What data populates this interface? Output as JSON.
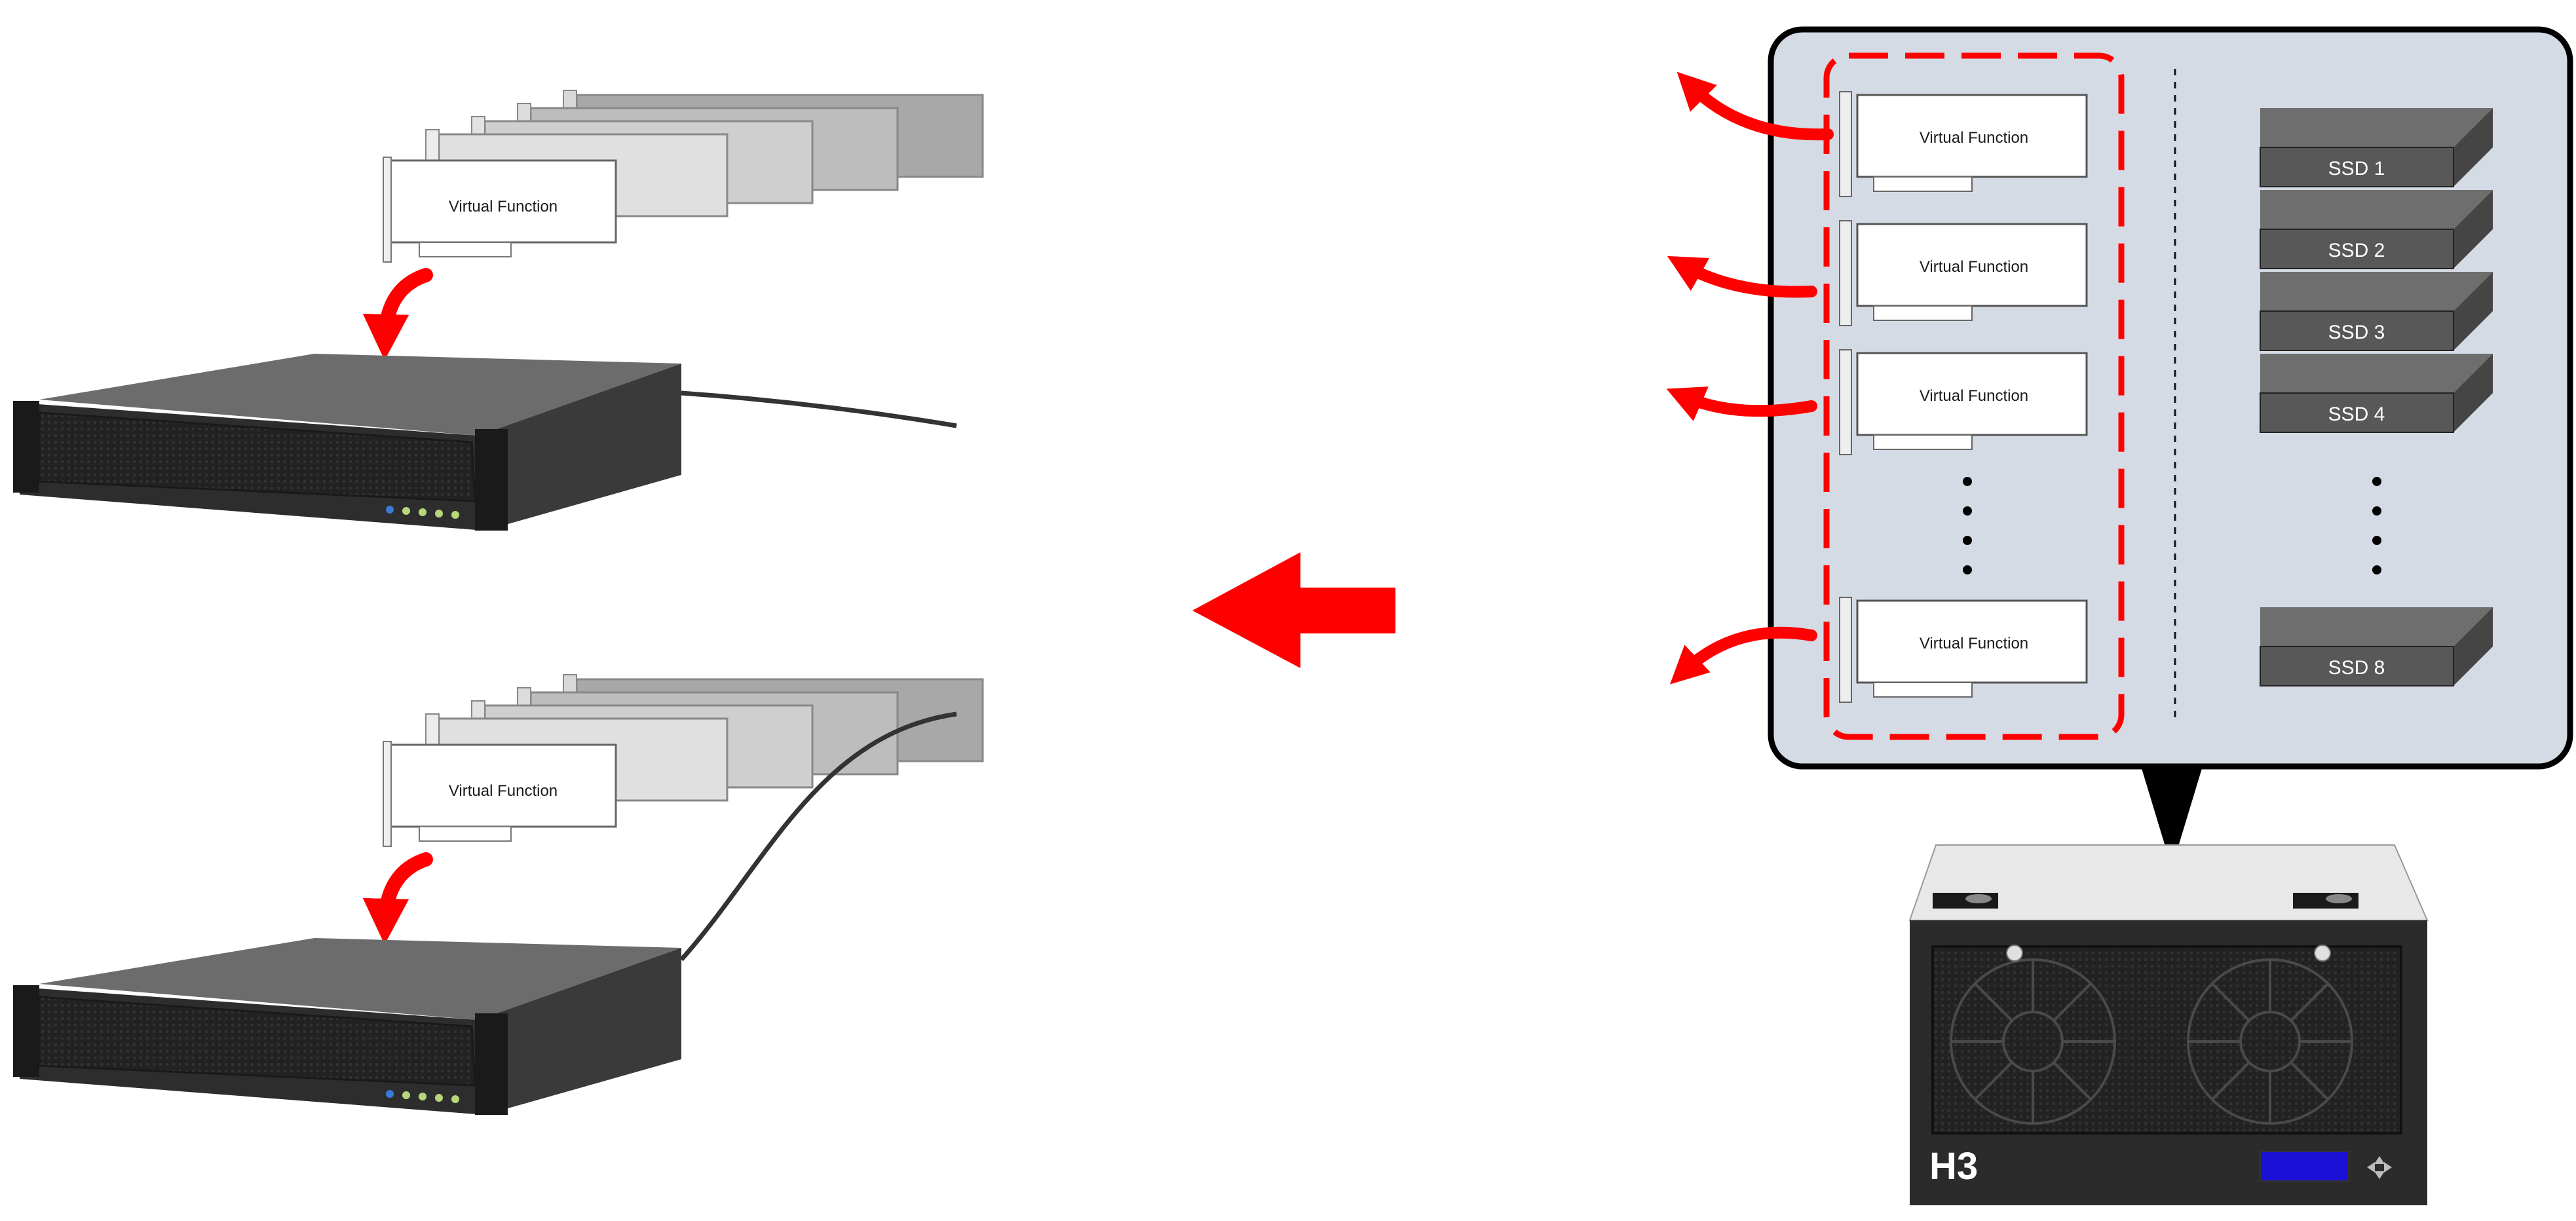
{
  "diagram": {
    "hosts": [
      {
        "card_label": "Virtual Function"
      },
      {
        "card_label": "Virtual Function"
      }
    ],
    "virtual_functions": [
      "Virtual Function",
      "Virtual Function",
      "Virtual Function",
      "Virtual Function"
    ],
    "ssds": [
      "SSD 1",
      "SSD 2",
      "SSD 3",
      "SSD 4",
      "SSD 8"
    ],
    "brand_mark": "H3",
    "colors": {
      "arrow": "#ff0000",
      "callout_bg": "#d5dbe5",
      "ssd_front": "#585858",
      "ssd_top": "#6e6e6e",
      "server_body": "#2b2b2b",
      "lcd": "#1a10d6"
    }
  }
}
